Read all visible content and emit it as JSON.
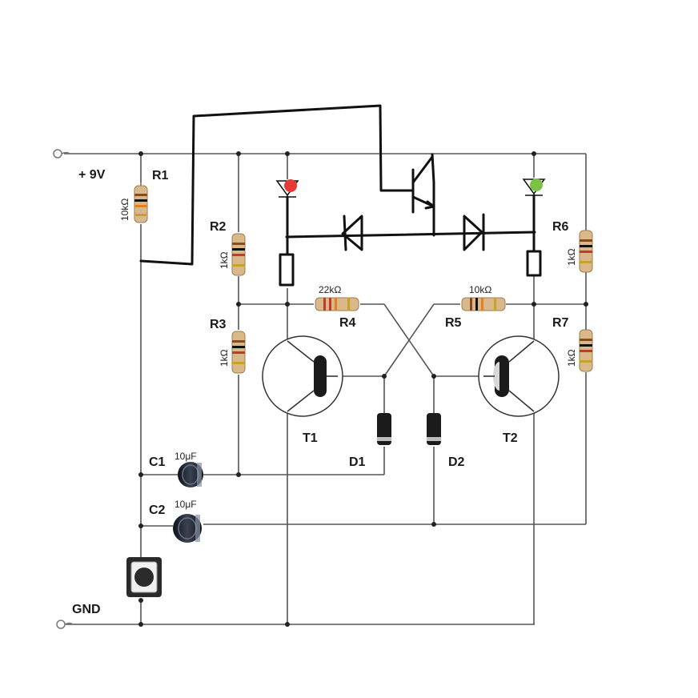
{
  "diagram": {
    "supply_label": "+ 9V",
    "ground_label": "GND",
    "resistors": [
      {
        "ref": "R1",
        "value": "10kΩ"
      },
      {
        "ref": "R2",
        "value": "1kΩ"
      },
      {
        "ref": "R3",
        "value": "1kΩ"
      },
      {
        "ref": "R4",
        "value": "22kΩ"
      },
      {
        "ref": "R5",
        "value": "10kΩ"
      },
      {
        "ref": "R6",
        "value": "1kΩ"
      },
      {
        "ref": "R7",
        "value": "1kΩ"
      }
    ],
    "transistors": [
      {
        "ref": "T1"
      },
      {
        "ref": "T2"
      }
    ],
    "diodes": [
      {
        "ref": "D1"
      },
      {
        "ref": "D2"
      }
    ],
    "capacitors": [
      {
        "ref": "C1",
        "value": "10μF"
      },
      {
        "ref": "C2",
        "value": "10μF"
      }
    ],
    "colors": {
      "led_left": "#e53935",
      "led_right": "#7cc242",
      "resistor_body": "#d9b98a",
      "capacitor_body": "#1c2230",
      "wire": "#555555",
      "ink": "#111111"
    },
    "icons": [
      "resistor-icon",
      "npn-transistor-icon",
      "diode-icon",
      "led-icon",
      "electrolytic-capacitor-icon",
      "push-button-icon",
      "terminal-icon"
    ]
  }
}
